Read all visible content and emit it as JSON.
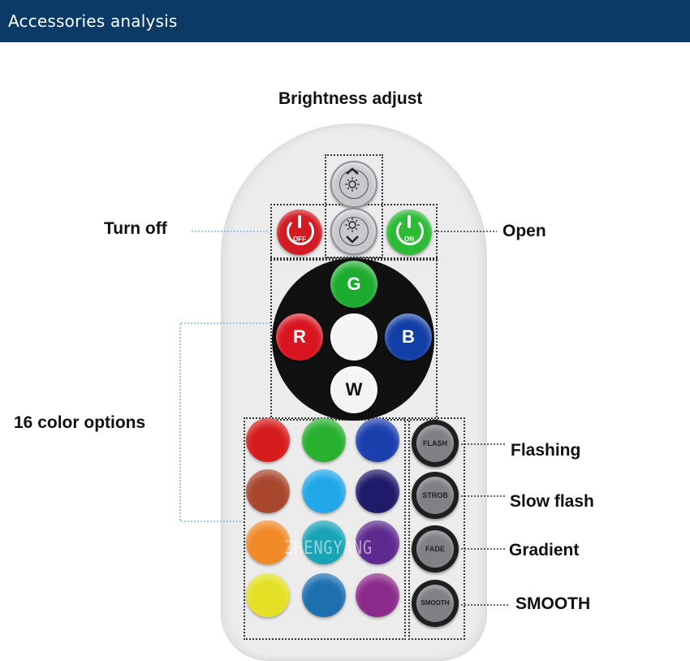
{
  "header": {
    "title": "Accessories analysis"
  },
  "callouts": {
    "brightness": "Brightness adjust",
    "turn_off": "Turn off",
    "open": "Open",
    "color_options": "16 color options",
    "flashing": "Flashing",
    "slow_flash": "Slow flash",
    "gradient": "Gradient",
    "smooth": "SMOOTH"
  },
  "remote": {
    "off_label": "OFF",
    "on_label": "ON",
    "colors": {
      "g": "G",
      "r": "R",
      "b": "B",
      "w": "W"
    },
    "modes": {
      "flash": "FLASH",
      "strobe": "STROB",
      "fade": "FADE",
      "smooth": "SMOOTH"
    },
    "watermark": "ZHENGYANG"
  },
  "palette": {
    "header_bg": "#0b3a66",
    "off_red": "#d11a22",
    "on_green": "#2dbb35",
    "btn_green": "#1dab2f",
    "btn_red": "#d8141f",
    "btn_blue": "#123fa5",
    "swatches": [
      "#d61c1c",
      "#28b02f",
      "#1c3fae",
      "#a8472e",
      "#22a7e8",
      "#201a6b",
      "#f08a27",
      "#18a3b6",
      "#5e2a8f",
      "#e3e026",
      "#1d6fae",
      "#8a2a8a"
    ]
  }
}
